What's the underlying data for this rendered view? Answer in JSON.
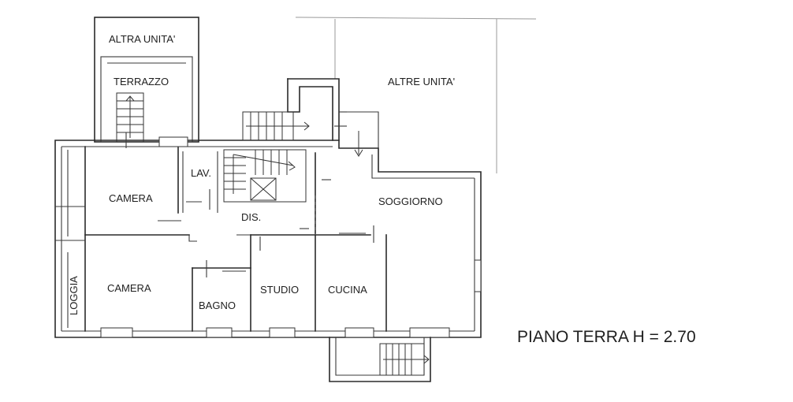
{
  "labels": {
    "altra_unita": "ALTRA UNITA'",
    "altre_unita": "ALTRE UNITA'",
    "terrazzo": "TERRAZZO",
    "lav": "LAV.",
    "camera_top": "CAMERA",
    "camera_bottom": "CAMERA",
    "dis": "DIS.",
    "soggiorno": "SOGGIORNO",
    "loggia": "LOGGIA",
    "bagno": "BAGNO",
    "studio": "STUDIO",
    "cucina": "CUCINA"
  },
  "caption": "PIANO TERRA H = 2.70"
}
